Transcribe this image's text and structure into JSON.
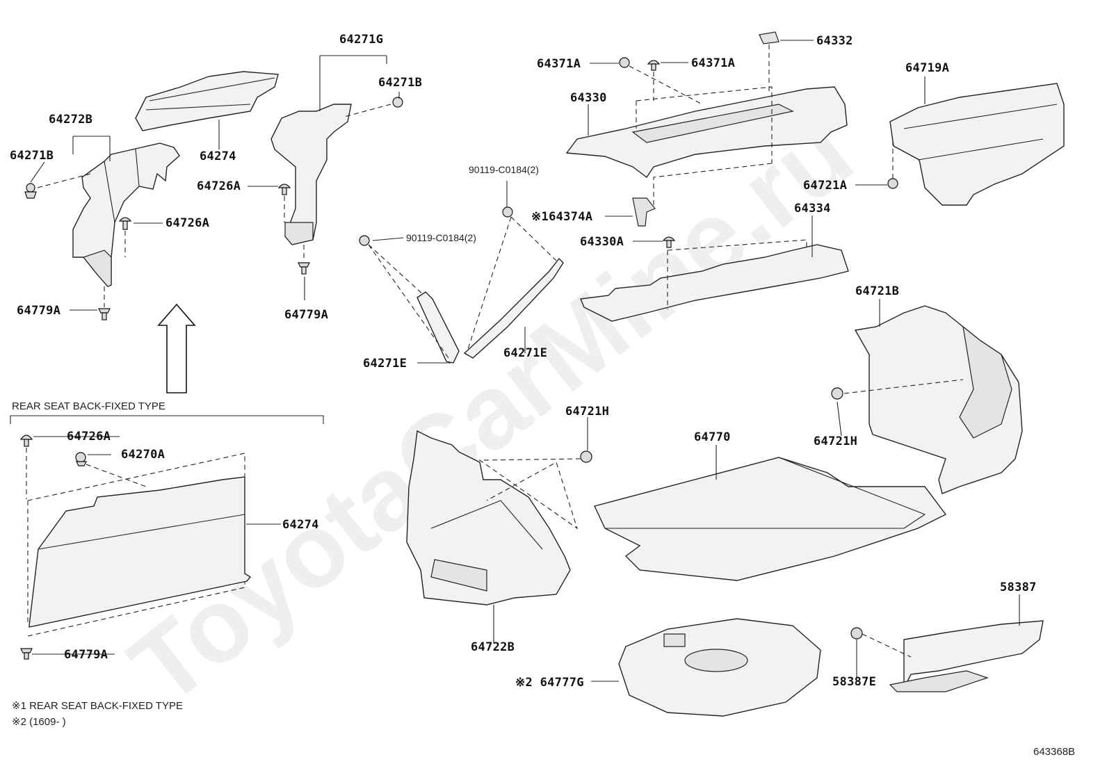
{
  "diagram_code": "643368B",
  "watermark": "ToyotaCarMine.ru",
  "section_label": "REAR SEAT BACK-FIXED TYPE",
  "notes": {
    "note1": "※1 REAR SEAT BACK-FIXED TYPE",
    "note2": "※2 (1609-        )"
  },
  "labels": {
    "p64271G": "64271G",
    "p64271B_top": "64271B",
    "p64272B": "64272B",
    "p64271B_left": "64271B",
    "p64274_top": "64274",
    "p64726A_mid": "64726A",
    "p64726A_left": "64726A",
    "p64779A_left": "64779A",
    "p64779A_mid": "64779A",
    "p64726A_box": "64726A",
    "p64270A": "64270A",
    "p64274_box": "64274",
    "p64779A_box": "64779A",
    "p90119_top": "90119-C0184(2)",
    "p90119_mid": "90119-C0184(2)",
    "p64271E_left": "64271E",
    "p64271E_right": "64271E",
    "p64371A_left": "64371A",
    "p64371A_right": "64371A",
    "p64332": "64332",
    "p64330": "64330",
    "p64374A": "※164374A",
    "p64330A": "64330A",
    "p64334": "64334",
    "p64719A": "64719A",
    "p64721A": "64721A",
    "p64721B": "64721B",
    "p64721H_right": "64721H",
    "p64721H_mid": "64721H",
    "p64770": "64770",
    "p64722B": "64722B",
    "p64777G": "※2 64777G",
    "p58387": "58387",
    "p58387E": "58387E"
  }
}
